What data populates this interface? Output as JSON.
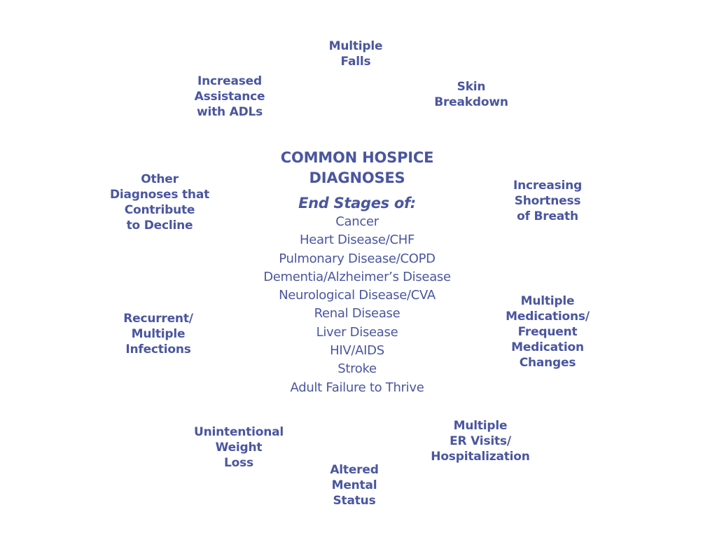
{
  "colors": {
    "text": "#4a56a0",
    "background": "#ffffff"
  },
  "center": {
    "title_lines": [
      "COMMON HOSPICE",
      "DIAGNOSES"
    ],
    "subtitle": "End Stages of:",
    "diagnoses": [
      "Cancer",
      "Heart Disease/CHF",
      "Pulmonary Disease/COPD",
      "Dementia/Alzheimer’s Disease",
      "Neurological Disease/CVA",
      "Renal Disease",
      "Liver Disease",
      "HIV/AIDS",
      "Stroke",
      "Adult Failure to Thrive"
    ]
  },
  "indicators": [
    {
      "id": "multiple-falls",
      "lines": [
        "Multiple",
        "Falls"
      ]
    },
    {
      "id": "skin-breakdown",
      "lines": [
        "Skin",
        "Breakdown"
      ]
    },
    {
      "id": "increasing-shortness-of-breath",
      "lines": [
        "Increasing",
        "Shortness",
        "of Breath"
      ]
    },
    {
      "id": "multiple-medications",
      "lines": [
        "Multiple",
        "Medications/",
        "Frequent",
        "Medication",
        "Changes"
      ]
    },
    {
      "id": "multiple-er-visits",
      "lines": [
        "Multiple",
        "ER Visits/",
        "Hospitalization"
      ]
    },
    {
      "id": "altered-mental-status",
      "lines": [
        "Altered",
        "Mental",
        "Status"
      ]
    },
    {
      "id": "unintentional-weight-loss",
      "lines": [
        "Unintentional",
        "Weight",
        "Loss"
      ]
    },
    {
      "id": "recurrent-infections",
      "lines": [
        "Recurrent/",
        "Multiple",
        "Infections"
      ]
    },
    {
      "id": "other-diagnoses",
      "lines": [
        "Other",
        "Diagnoses that",
        "Contribute",
        "to Decline"
      ]
    },
    {
      "id": "increased-assistance-adls",
      "lines": [
        "Increased",
        "Assistance",
        "with ADLs"
      ]
    }
  ]
}
